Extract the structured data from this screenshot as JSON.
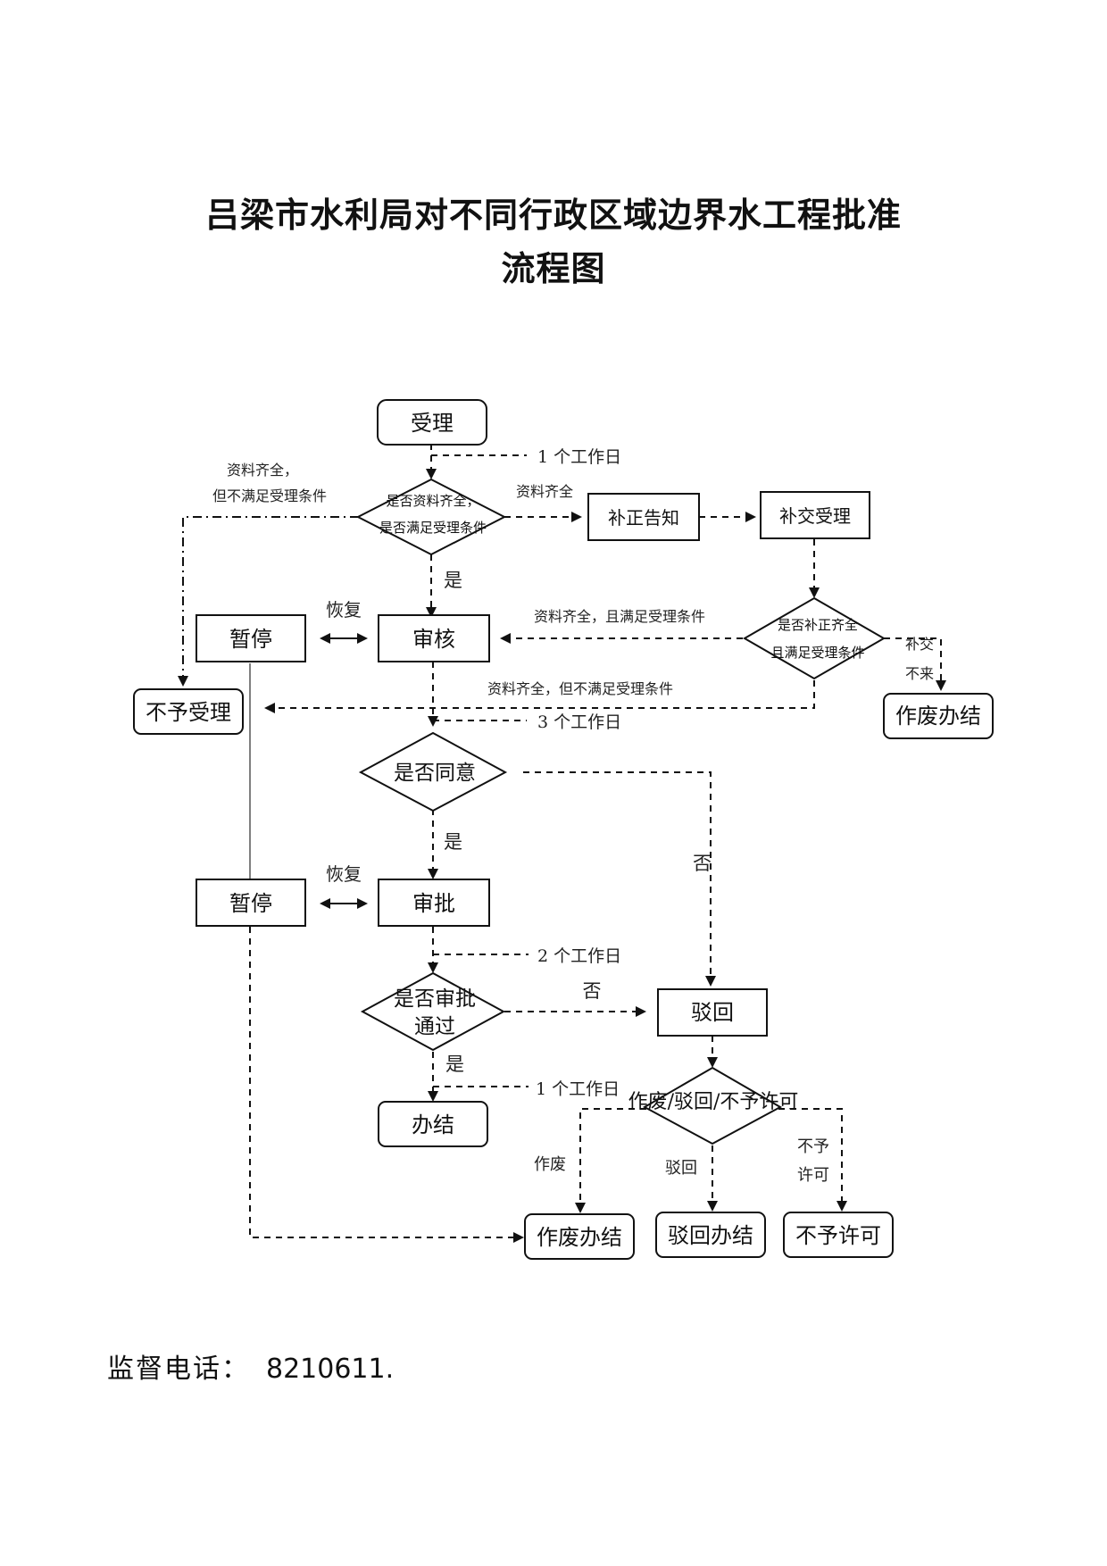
{
  "title_line1": "吕梁市水利局对不同行政区域边界水工程批准",
  "title_line2": "流程图",
  "nodes": {
    "accept": "受理",
    "check_materials": [
      "是否资料齐全，",
      "是否满足受理条件"
    ],
    "notify_correction": "补正告知",
    "resubmit_accept": "补交受理",
    "check_resubmit": [
      "是否补正齐全",
      "且满足受理条件"
    ],
    "void_done_right": "作废办结",
    "suspend_1": "暂停",
    "review": "审核",
    "reject_accept": "不予受理",
    "agree_check": "是否同意",
    "suspend_2": "暂停",
    "approve": "审批",
    "approve_pass_check": [
      "是否审批",
      "通过"
    ],
    "return": "驳回",
    "done": "办结",
    "outcome_check": "作废/驳回/不予许可",
    "void_done": "作废办结",
    "return_done": "驳回办结",
    "no_permit": "不予许可"
  },
  "edge_labels": {
    "day1_top": "1 个工作日",
    "complete_not_meet_left": [
      "资料齐全，",
      "但不满足受理条件"
    ],
    "complete_right": "资料齐全",
    "yes_1": "是",
    "resume_1": "恢复",
    "complete_and_meet": "资料齐全，且满足受理条件",
    "resubmit_missing": [
      "补交",
      "不来"
    ],
    "complete_not_meet_bottom": "资料齐全，但不满足受理条件",
    "day3": "3 个工作日",
    "yes_2": "是",
    "no_1": "否",
    "resume_2": "恢复",
    "day2": "2 个工作日",
    "no_2": "否",
    "yes_3": "是",
    "day1_bottom": "1 个工作日",
    "void": "作废",
    "return": "驳回",
    "no_permit": [
      "不予",
      "许可"
    ]
  },
  "footer": {
    "label": "监督电话：",
    "phone": "8210611."
  }
}
